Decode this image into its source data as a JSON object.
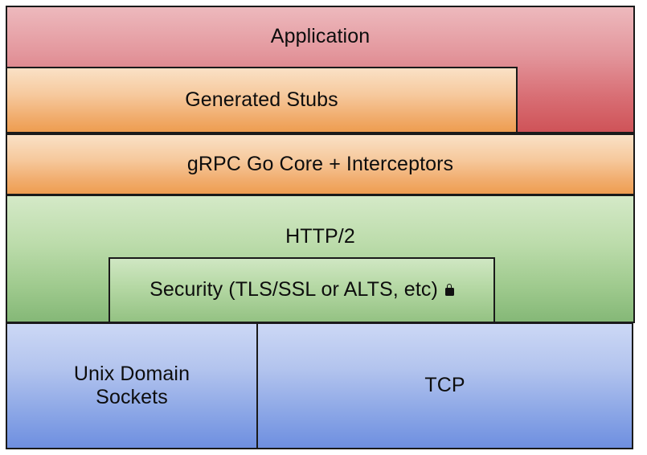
{
  "diagram": {
    "title": "gRPC Go stack layers",
    "layers": {
      "application": {
        "label": "Application",
        "color": "#d8777d"
      },
      "generated_stubs": {
        "label": "Generated Stubs",
        "color": "#f1ae70"
      },
      "grpc_core": {
        "label": "gRPC Go Core + Interceptors",
        "color": "#f1ae70"
      },
      "http2": {
        "label": "HTTP/2",
        "color": "#9fca8e"
      },
      "security": {
        "label": "Security (TLS/SSL or ALTS, etc)",
        "icon": "lock-icon",
        "color": "#a9d298"
      },
      "transport": {
        "cells": [
          {
            "label": "Unix Domain\nSockets",
            "color": "#8ba6e6"
          },
          {
            "label": "TCP",
            "color": "#8ba6e6"
          }
        ]
      }
    }
  }
}
